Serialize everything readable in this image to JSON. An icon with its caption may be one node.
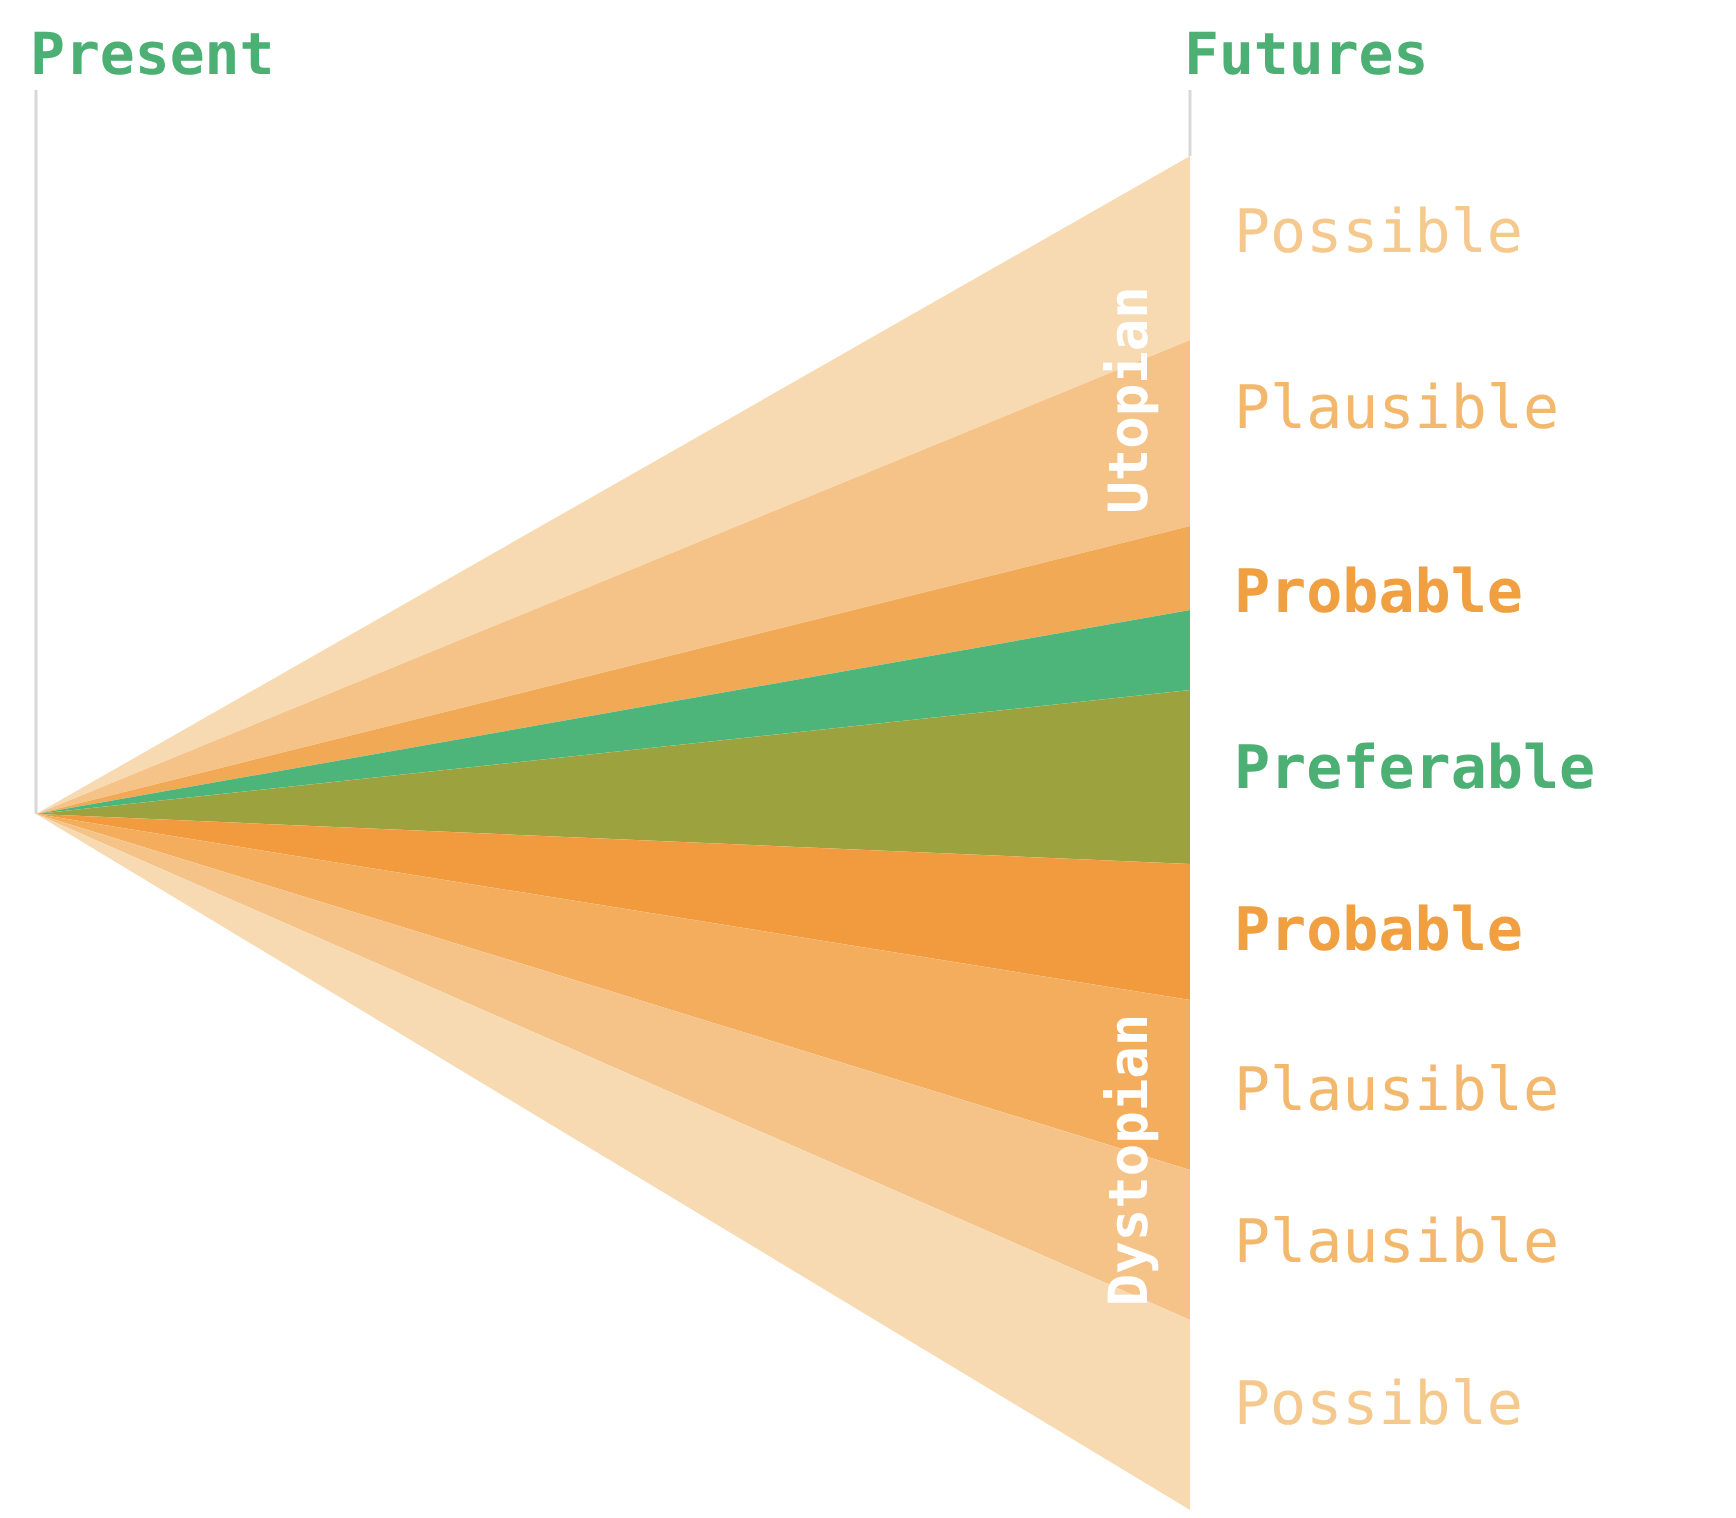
{
  "diagram": {
    "labels": [
      "Present",
      "Futures",
      "Possible",
      "Utopian",
      "Plausible",
      "Probable",
      "Preferable",
      "Probable",
      "Dystopian",
      "Plausible",
      "Plausible",
      "Possible"
    ]
  }
}
